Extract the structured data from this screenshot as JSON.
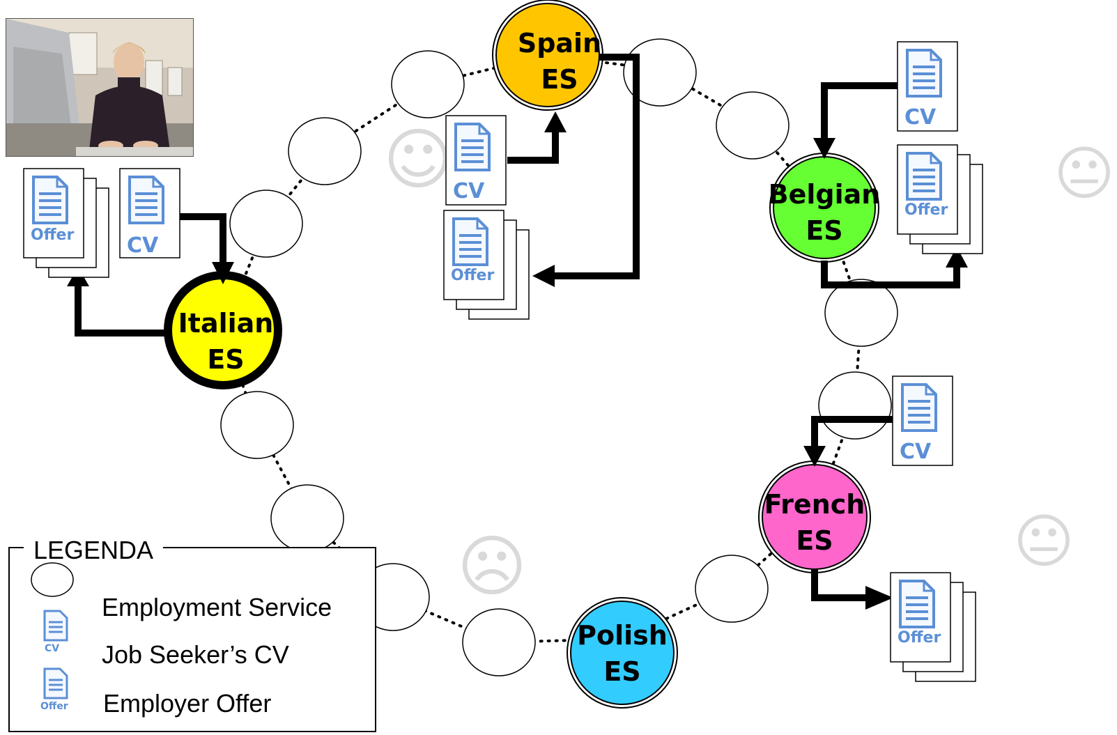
{
  "nodes": [
    {
      "id": "spain",
      "line1": "Spain",
      "line2": "ES",
      "fill": "#ffc600"
    },
    {
      "id": "belgian",
      "line1": "Belgian",
      "line2": "ES",
      "fill": "#66ff33"
    },
    {
      "id": "italian",
      "line1": "Italian",
      "line2": "ES",
      "fill": "#ffff00"
    },
    {
      "id": "french",
      "line1": "French",
      "line2": "ES",
      "fill": "#ff66cc"
    },
    {
      "id": "polish",
      "line1": "Polish",
      "line2": "ES",
      "fill": "#33ccff"
    }
  ],
  "doc_labels": {
    "cv": "CV",
    "offer": "Offer"
  },
  "legend": {
    "title": "LEGENDA",
    "items": [
      {
        "icon": "empty-circle-icon",
        "label": "Employment Service"
      },
      {
        "icon": "cv-document-icon",
        "label": "Job Seeker’s CV"
      },
      {
        "icon": "offer-document-icon",
        "label": "Employer Offer"
      }
    ]
  },
  "faces": [
    {
      "icon": "smiley-happy-icon",
      "glyph": "☺"
    },
    {
      "icon": "smiley-neutral-icon",
      "glyph": "😐"
    },
    {
      "icon": "smiley-sad-icon",
      "glyph": "☹"
    },
    {
      "icon": "smiley-neutral-icon",
      "glyph": "😐"
    }
  ],
  "photo": {
    "icon": "photo-woman-at-computer"
  },
  "colors": {
    "doc_blue": "#5b8fd6",
    "face_gray": "#d9d9d9",
    "line": "#000000"
  }
}
